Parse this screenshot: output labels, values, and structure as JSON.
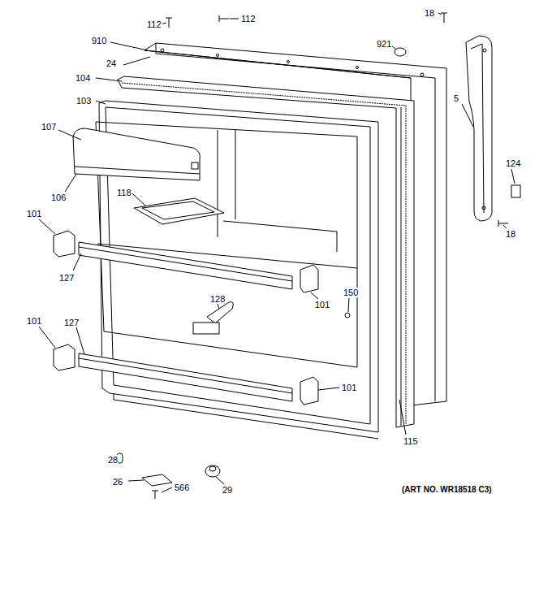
{
  "diagram": {
    "caption": "(ART NO. WR18518 C3)",
    "labels": [
      "112",
      "112",
      "18",
      "910",
      "921",
      "24",
      "104",
      "5",
      "103",
      "107",
      "124",
      "118",
      "18",
      "106",
      "101",
      "127",
      "150",
      "101",
      "128",
      "101",
      "127",
      "101",
      "115",
      "28",
      "26",
      "566",
      "29"
    ]
  }
}
